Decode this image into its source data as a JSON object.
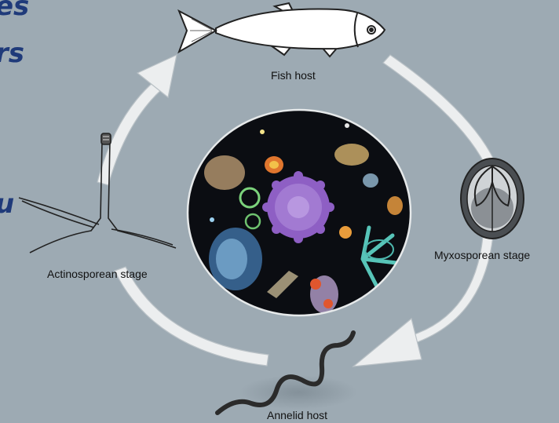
{
  "labels": {
    "fish_host": "Fish host",
    "myxosporean_stage": "Myxosporean stage",
    "annelid_host": "Annelid host",
    "actinosporean_stage": "Actinosporean stage"
  },
  "cutoff_text": {
    "line1": "es",
    "line2": "rs",
    "line3": "u"
  },
  "colors": {
    "background": "#9daab3",
    "arrow_fill": "#eceeef",
    "arrow_stroke": "#b9c1c6",
    "plankton_bg": "#0b0d12",
    "cutoff_text": "#1f3a7a"
  },
  "icons": {
    "fish": "fish-outline-icon",
    "myxospore": "myxospore-capsule-icon",
    "annelid": "worm-icon",
    "actinospore": "triradiate-spore-icon",
    "plankton": "plankton-micrograph-image"
  }
}
